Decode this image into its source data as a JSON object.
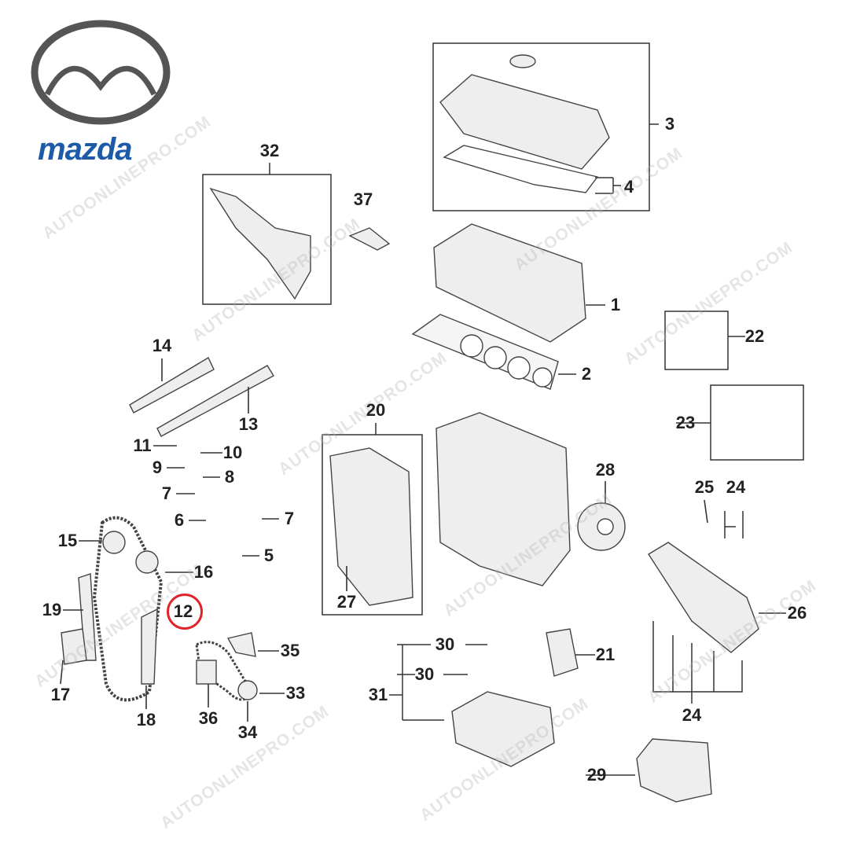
{
  "brand": {
    "logo_text": "mazda",
    "accent": "#1d5aa8"
  },
  "watermark": "AUTOONLINEPRO.COM",
  "highlight": {
    "part": "12",
    "color": "#e0242a"
  },
  "labels": [
    "32",
    "37",
    "3",
    "4",
    "1",
    "2",
    "22",
    "14",
    "13",
    "20",
    "23",
    "11",
    "10",
    "9",
    "8",
    "7",
    "28",
    "25",
    "24",
    "6",
    "7",
    "15",
    "5",
    "16",
    "12",
    "19",
    "27",
    "26",
    "30",
    "35",
    "21",
    "30",
    "17",
    "33",
    "31",
    "18",
    "36",
    "34",
    "24",
    "29"
  ]
}
